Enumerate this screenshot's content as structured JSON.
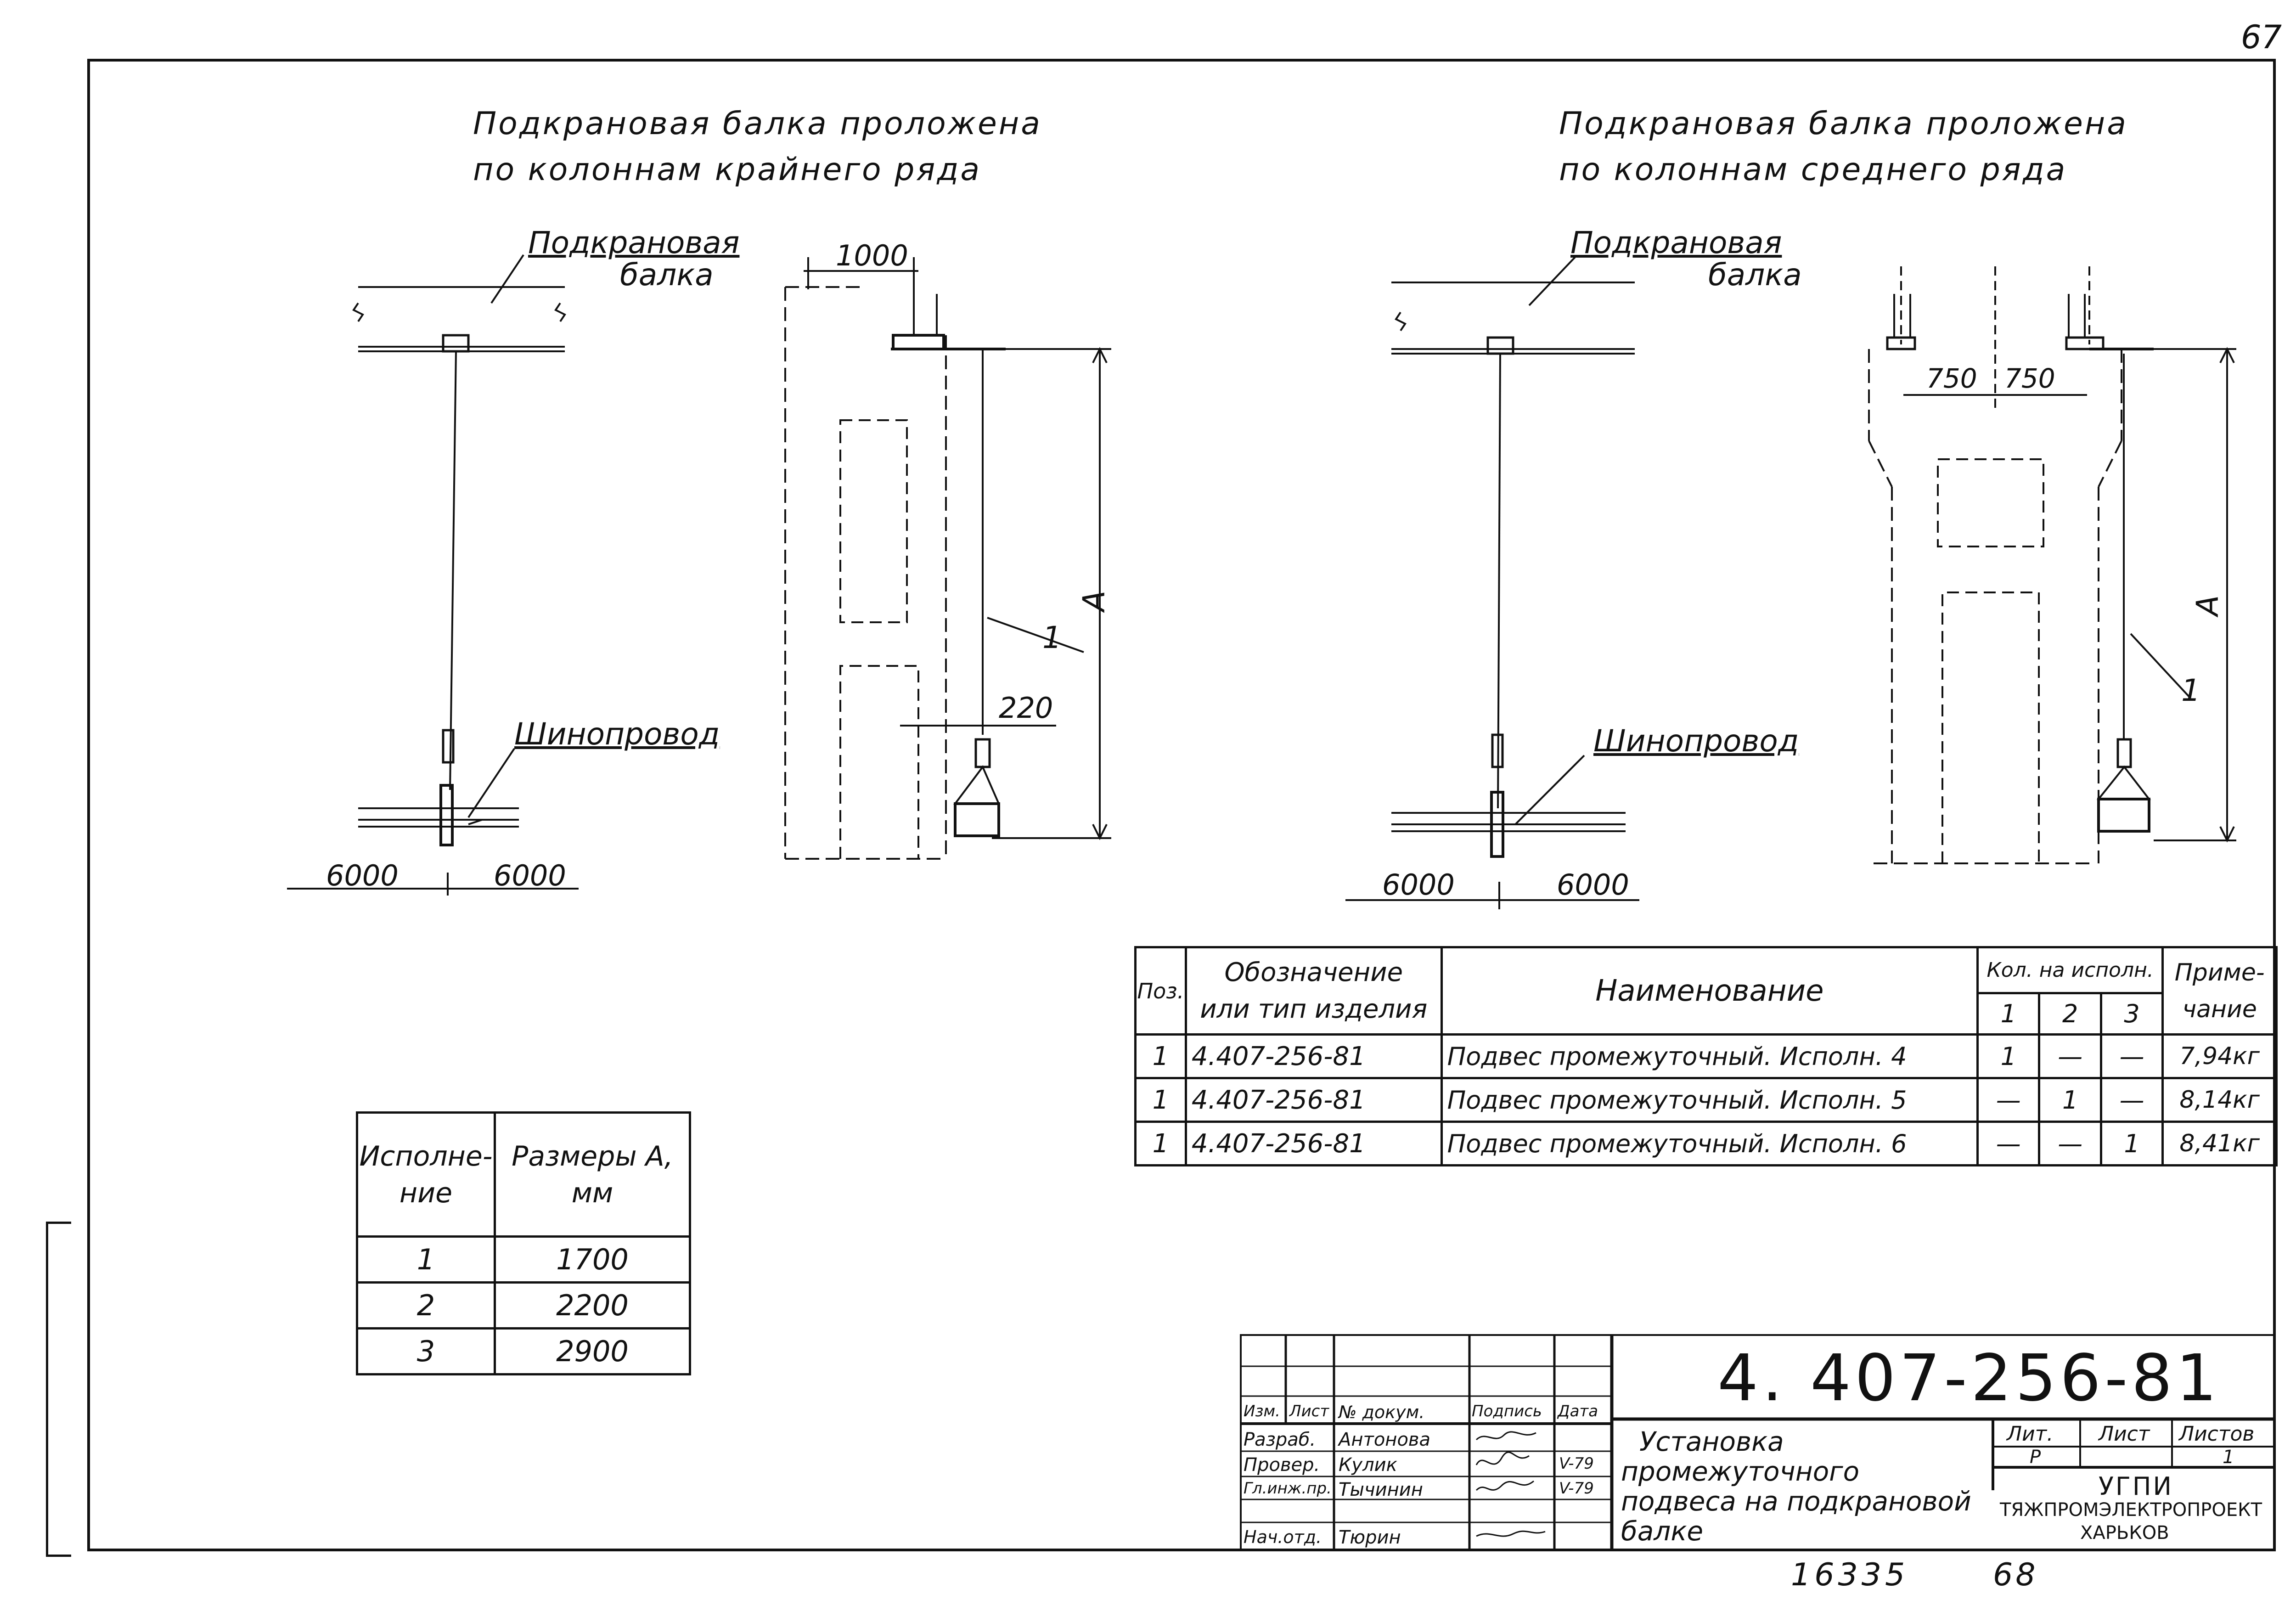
{
  "sheet_number_top": "67",
  "left_view": {
    "title_line1": "Подкрановая балка проложена",
    "title_line2": "по колоннам крайнего ряда",
    "beam_label_1": "Подкрановая",
    "beam_label_2": "балка",
    "busway_label": "Шинопровод",
    "dim_left": "6000",
    "dim_right": "6000",
    "dim_top": "1000",
    "dim_side": "220",
    "dim_a": "А",
    "callout": "1"
  },
  "right_view": {
    "title_line1": "Подкрановая балка проложена",
    "title_line2": "по колоннам среднего ряда",
    "beam_label_1": "Подкрановая",
    "beam_label_2": "балка",
    "busway_label": "Шинопровод",
    "dim_left": "6000",
    "dim_right": "6000",
    "dim_750_left": "750",
    "dim_750_right": "750",
    "dim_a": "А",
    "callout": "1"
  },
  "sizes_table": {
    "header_col1": "Исполне-ние",
    "header_col2": "Размеры А, мм",
    "rows": [
      {
        "ispoln": "1",
        "size": "1700"
      },
      {
        "ispoln": "2",
        "size": "2200"
      },
      {
        "ispoln": "3",
        "size": "2900"
      }
    ]
  },
  "spec_table": {
    "h_pos": "Поз.",
    "h_designation_1": "Обозначение",
    "h_designation_2": "или тип изделия",
    "h_name": "Наименование",
    "h_qty": "Кол. на исполн.",
    "h_qty_1": "1",
    "h_qty_2": "2",
    "h_qty_3": "3",
    "h_note_1": "Приме-",
    "h_note_2": "чание",
    "rows": [
      {
        "pos": "1",
        "designation": "4.407-256-81",
        "name": "Подвес промежуточный. Исполн. 4",
        "q1": "1",
        "q2": "—",
        "q3": "—",
        "note": "7,94кг"
      },
      {
        "pos": "1",
        "designation": "4.407-256-81",
        "name": "Подвес промежуточный. Исполн. 5",
        "q1": "—",
        "q2": "1",
        "q3": "—",
        "note": "8,14кг"
      },
      {
        "pos": "1",
        "designation": "4.407-256-81",
        "name": "Подвес промежуточный. Исполн. 6",
        "q1": "—",
        "q2": "—",
        "q3": "1",
        "note": "8,41кг"
      }
    ]
  },
  "title_block": {
    "doc_code": "4. 407-256-81",
    "hdr_izm": "Изм.",
    "hdr_list": "Лист",
    "hdr_ndok": "№ докум.",
    "hdr_podp": "Подпись",
    "hdr_data": "Дата",
    "roles": [
      {
        "role": "Разраб.",
        "name": "Антонова",
        "date": ""
      },
      {
        "role": "Провер.",
        "name": "Кулик",
        "date": "V-79"
      },
      {
        "role": "Гл.инж.пр.",
        "name": "Тычинин",
        "date": "V-79"
      },
      {
        "role": "Нач.отд.",
        "name": "Тюрин",
        "date": ""
      }
    ],
    "title_1": "Установка",
    "title_2": "промежуточного",
    "title_3": "подвеса на подкрановой",
    "title_4": "балке",
    "lit_label": "Лит.",
    "lit_value": "Р",
    "sheet_label": "Лист",
    "sheets_label": "Листов",
    "sheets_value": "1",
    "org_1": "УГПИ",
    "org_2": "ТЯЖПРОМЭЛЕКТРОПРОЕКТ",
    "org_3": "ХАРЬКОВ"
  },
  "footer": {
    "inv": "16335",
    "page": "68"
  }
}
